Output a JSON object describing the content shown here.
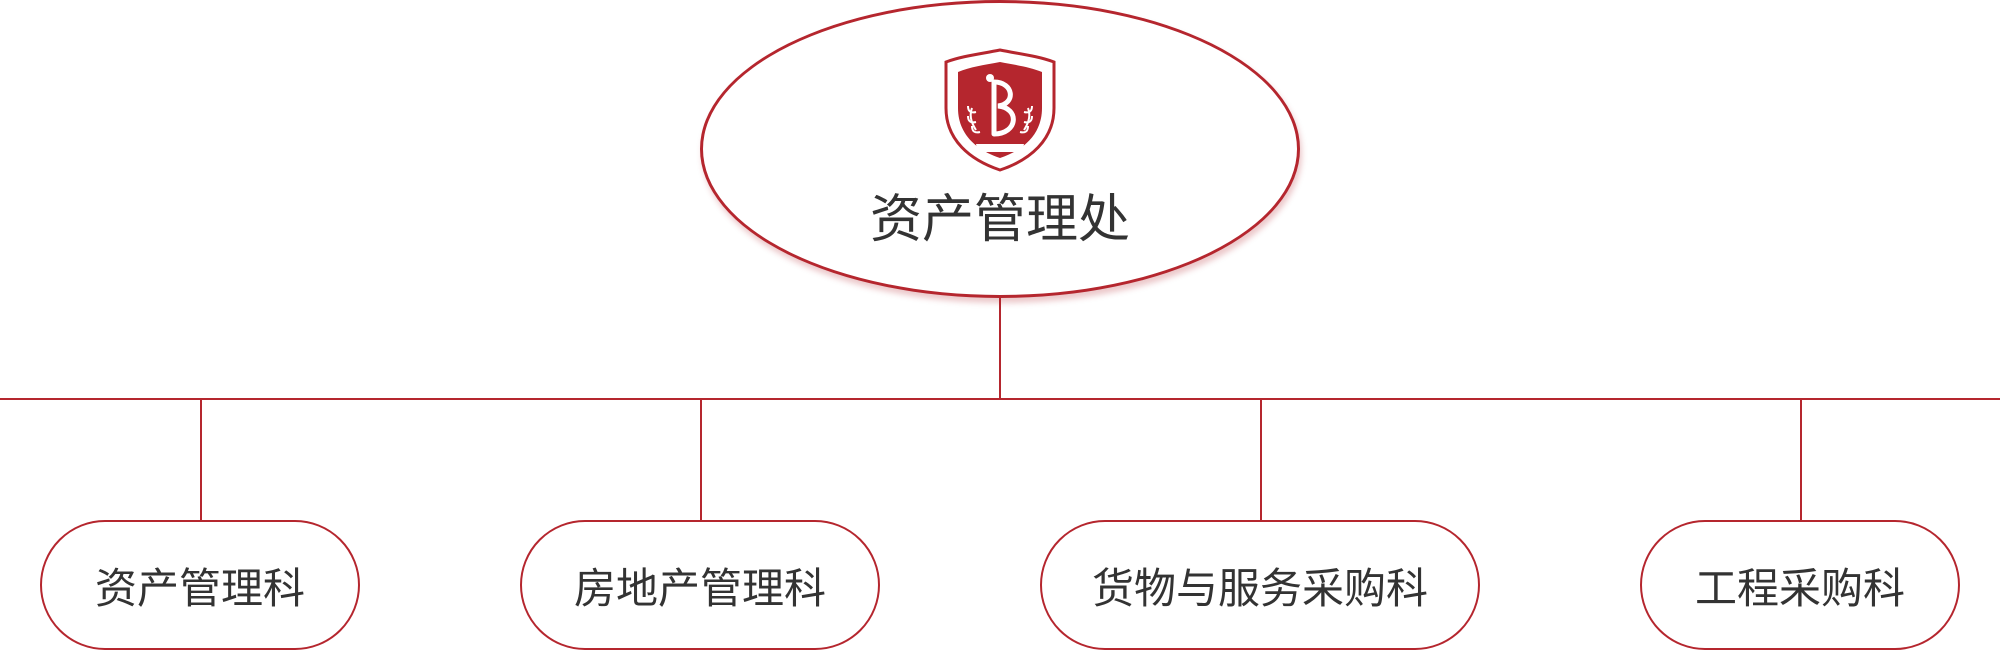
{
  "colors": {
    "accent": "#b5262e",
    "text": "#333333",
    "background": "#ffffff"
  },
  "root": {
    "label": "资产管理处",
    "logo": "university-crest-icon"
  },
  "children": [
    {
      "label": "资产管理科"
    },
    {
      "label": "房地产管理科"
    },
    {
      "label": "货物与服务采购科"
    },
    {
      "label": "工程采购科"
    }
  ]
}
